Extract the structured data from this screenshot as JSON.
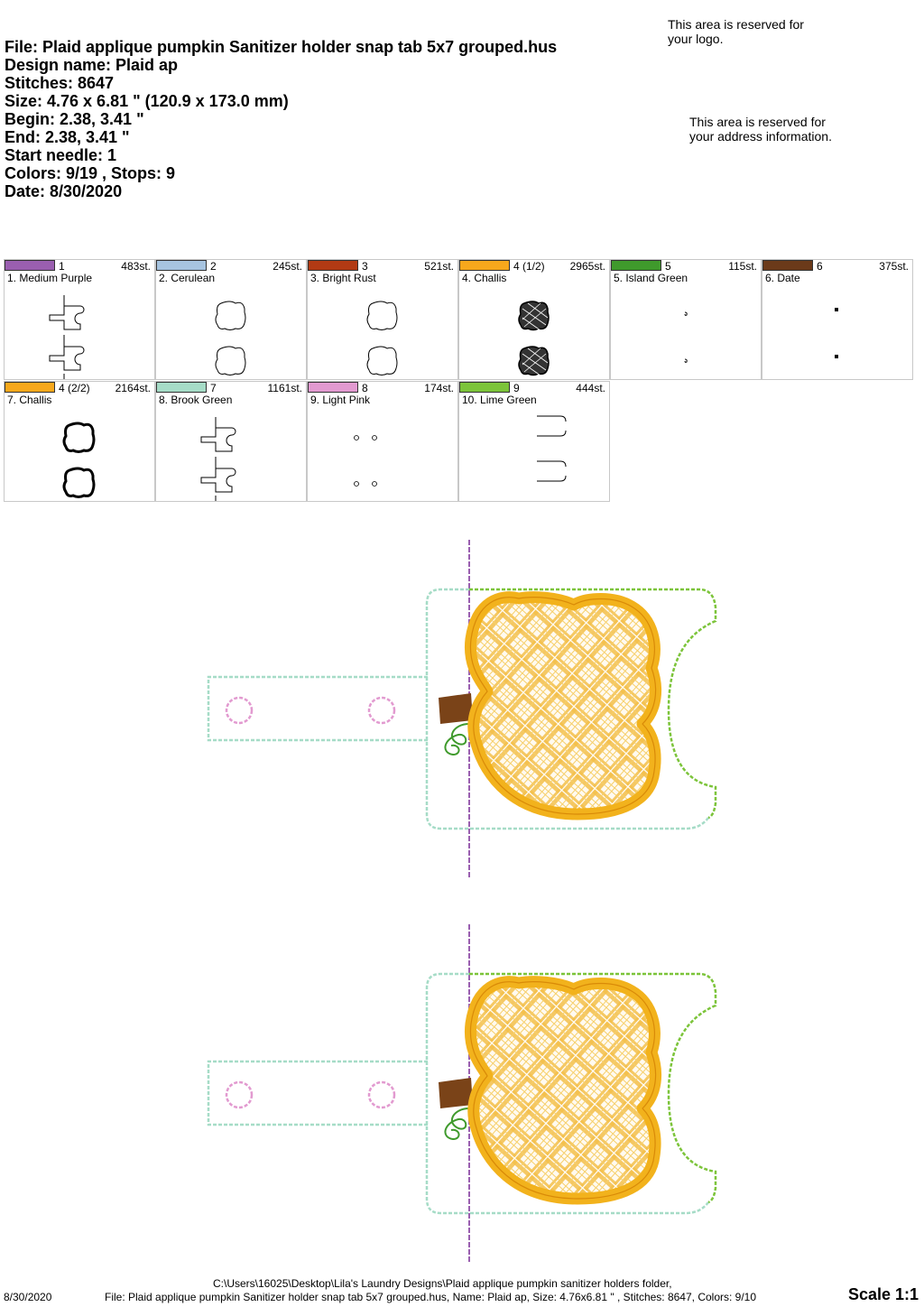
{
  "header": {
    "file": "File: Plaid applique pumpkin Sanitizer holder snap tab 5x7 grouped.hus",
    "design_name": "Design name: Plaid ap",
    "stitches": "Stitches: 8647",
    "size": "Size: 4.76 x 6.81 \" (120.9 x 173.0 mm)",
    "begin": "Begin: 2.38, 3.41 \"",
    "end": "End: 2.38, 3.41 \"",
    "start_needle": "Start needle: 1",
    "colors": "Colors: 9/19 , Stops: 9",
    "date": "Date: 8/30/2020"
  },
  "logo_note": "This area is reserved for your logo.",
  "address_note": "This area is reserved for your address information.",
  "colors": [
    {
      "num": "1",
      "stitches": "483st.",
      "name": "1. Medium Purple",
      "color": "#9a5fb0",
      "thumb": "tab-outline"
    },
    {
      "num": "2",
      "stitches": "245st.",
      "name": "2. Cerulean",
      "color": "#a7c4e0",
      "thumb": "pumpkin-outline"
    },
    {
      "num": "3",
      "stitches": "521st.",
      "name": "3. Bright Rust",
      "color": "#b23a14",
      "thumb": "pumpkin-outline"
    },
    {
      "num": "4 (1/2)",
      "stitches": "2965st.",
      "name": "4. Challis",
      "color": "#f7a81c",
      "thumb": "pumpkin-fill"
    },
    {
      "num": "5",
      "stitches": "115st.",
      "name": "5. Island Green",
      "color": "#3f9a2c",
      "thumb": "tiny-curl"
    },
    {
      "num": "6",
      "stitches": "375st.",
      "name": "6. Date",
      "color": "#6b3a1a",
      "thumb": "tiny-stem"
    },
    {
      "num": "4 (2/2)",
      "stitches": "2164st.",
      "name": "7. Challis",
      "color": "#f7a81c",
      "thumb": "pumpkin-bold"
    },
    {
      "num": "7",
      "stitches": "1161st.",
      "name": "8. Brook Green",
      "color": "#a6dcc7",
      "thumb": "tab-outline"
    },
    {
      "num": "8",
      "stitches": "174st.",
      "name": "9. Light Pink",
      "color": "#e29ad0",
      "thumb": "dots"
    },
    {
      "num": "9",
      "stitches": "444st.",
      "name": "10. Lime Green",
      "color": "#7cc43a",
      "thumb": "brackets"
    }
  ],
  "footer": {
    "date": "8/30/2020",
    "path": "C:\\Users\\16025\\Desktop\\Lila's Laundry Designs\\Plaid applique pumpkin sanitizer holders folder,",
    "summary": "File: Plaid applique pumpkin Sanitizer holder snap tab 5x7 grouped.hus, Name: Plaid ap, Size: 4.76x6.81 \" , Stitches: 8647, Colors: 9/10",
    "scale": "Scale 1:1"
  },
  "palette": {
    "purple": "#9a5fb0",
    "brook_green": "#a6dcc7",
    "lime_green": "#7cc43a",
    "light_pink": "#e29ad0",
    "pumpkin": "#f2b21c",
    "pumpkin_dark": "#d98a08",
    "stem": "#7a4318",
    "vine": "#3f9a2c"
  }
}
